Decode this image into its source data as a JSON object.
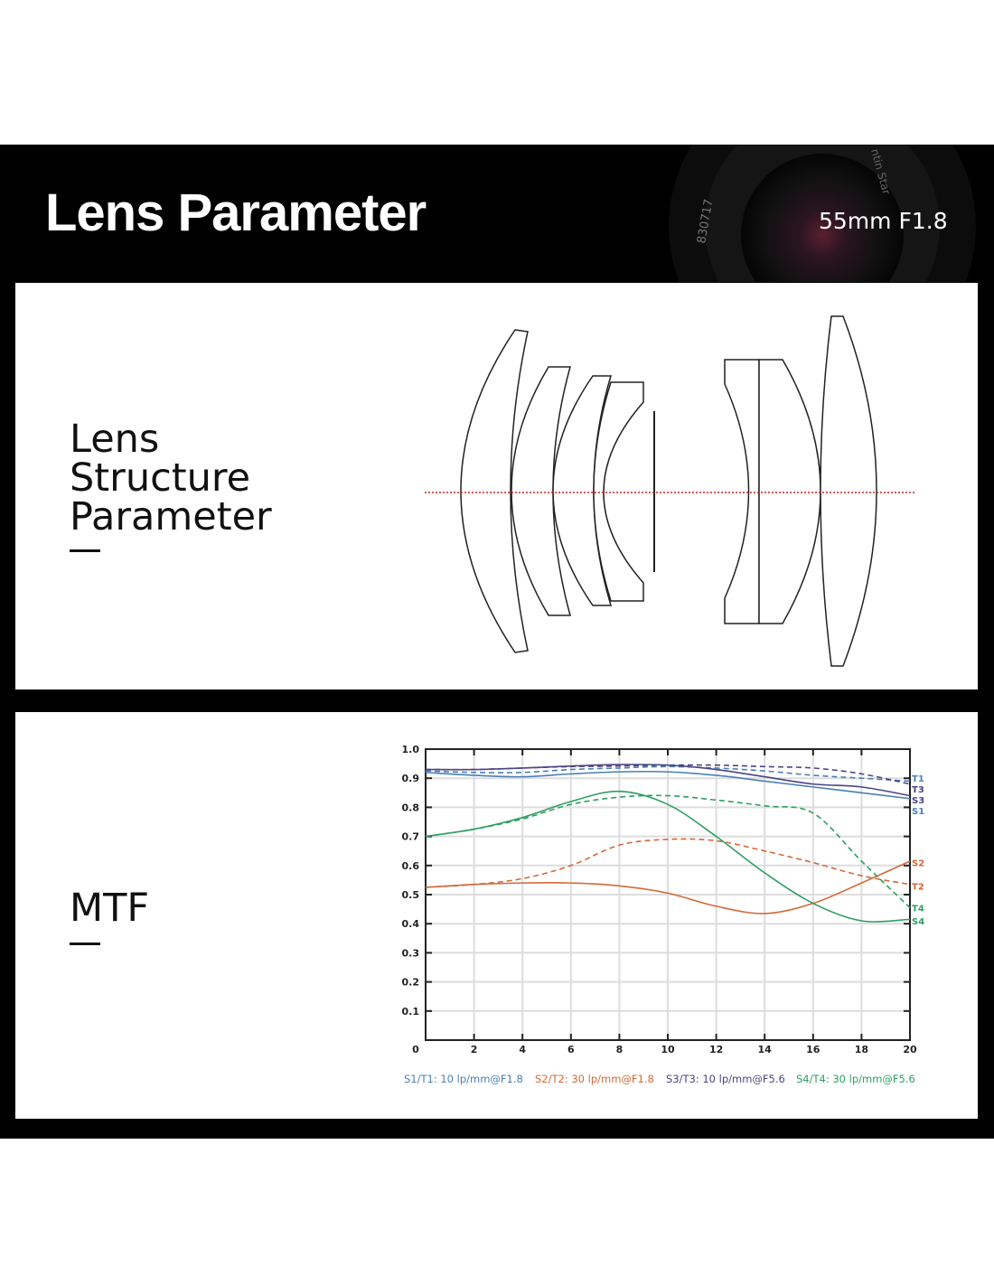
{
  "header": {
    "title": "Lens Parameter",
    "model": "55mm F1.8",
    "photo_text": [
      "830717",
      "ntin Star"
    ]
  },
  "sections": {
    "structure_label": "Lens\nStructure\nParameter",
    "structure_lines": [
      "Lens",
      "Structure",
      "Parameter"
    ],
    "mtf_label": "MTF"
  },
  "colors": {
    "s1t1": "#4a7fb5",
    "s2t2": "#d2693a",
    "s3t3": "#4b4583",
    "s4t4": "#2f9e62",
    "axis_red": "#d62020"
  },
  "chart_data": {
    "type": "line",
    "title": "MTF",
    "xlabel": "",
    "ylabel": "",
    "xlim": [
      0,
      20
    ],
    "ylim": [
      0,
      1.0
    ],
    "xticks": [
      0,
      2,
      4,
      6,
      8,
      10,
      12,
      14,
      16,
      18,
      20
    ],
    "yticks": [
      0.1,
      0.2,
      0.3,
      0.4,
      0.5,
      0.6,
      0.7,
      0.8,
      0.9,
      1.0
    ],
    "ytick_labels": [
      "0.1",
      "0.2",
      "0.3",
      "0.4",
      "0.5",
      "0.6",
      "0.7",
      "0.8",
      "0.9",
      "1.0"
    ],
    "xtick_labels": [
      "0",
      "2",
      "4",
      "6",
      "8",
      "10",
      "12",
      "14",
      "16",
      "18",
      "20"
    ],
    "grid": true,
    "x": [
      0,
      2,
      4,
      6,
      8,
      10,
      12,
      14,
      16,
      18,
      20
    ],
    "series": [
      {
        "name": "S1",
        "group": "s1t1",
        "dashed": false,
        "values": [
          0.92,
          0.91,
          0.905,
          0.915,
          0.922,
          0.922,
          0.91,
          0.89,
          0.87,
          0.85,
          0.83
        ]
      },
      {
        "name": "T1",
        "group": "s1t1",
        "dashed": true,
        "values": [
          0.925,
          0.92,
          0.92,
          0.93,
          0.935,
          0.94,
          0.935,
          0.925,
          0.91,
          0.9,
          0.89
        ]
      },
      {
        "name": "S2",
        "group": "s2t2",
        "dashed": false,
        "values": [
          0.525,
          0.535,
          0.54,
          0.54,
          0.53,
          0.505,
          0.46,
          0.435,
          0.47,
          0.54,
          0.615
        ]
      },
      {
        "name": "T2",
        "group": "s2t2",
        "dashed": true,
        "values": [
          0.525,
          0.535,
          0.555,
          0.6,
          0.67,
          0.69,
          0.685,
          0.65,
          0.61,
          0.565,
          0.535
        ]
      },
      {
        "name": "S3",
        "group": "s3t3",
        "dashed": false,
        "values": [
          0.93,
          0.93,
          0.935,
          0.942,
          0.947,
          0.945,
          0.93,
          0.905,
          0.88,
          0.87,
          0.84
        ]
      },
      {
        "name": "T3",
        "group": "s3t3",
        "dashed": true,
        "values": [
          0.93,
          0.93,
          0.935,
          0.94,
          0.942,
          0.945,
          0.945,
          0.94,
          0.935,
          0.915,
          0.88
        ]
      },
      {
        "name": "S4",
        "group": "s4t4",
        "dashed": false,
        "values": [
          0.7,
          0.725,
          0.765,
          0.82,
          0.855,
          0.81,
          0.7,
          0.575,
          0.47,
          0.41,
          0.415
        ]
      },
      {
        "name": "T4",
        "group": "s4t4",
        "dashed": true,
        "values": [
          0.7,
          0.725,
          0.76,
          0.81,
          0.835,
          0.84,
          0.825,
          0.805,
          0.78,
          0.615,
          0.455
        ]
      }
    ],
    "end_labels": [
      {
        "text": "T1",
        "group": "s1t1",
        "y": 0.9
      },
      {
        "text": "T3",
        "group": "s3t3",
        "y": 0.87
      },
      {
        "text": "S3",
        "group": "s3t3",
        "y": 0.845
      },
      {
        "text": "S1",
        "group": "s1t1",
        "y": 0.82
      },
      {
        "text": "S2",
        "group": "s2t2",
        "y": 0.61
      },
      {
        "text": "T2",
        "group": "s2t2",
        "y": 0.53
      },
      {
        "text": "T4",
        "group": "s4t4",
        "y": 0.455
      },
      {
        "text": "S4",
        "group": "s4t4",
        "y": 0.41
      }
    ],
    "legend": [
      {
        "text": "S1/T1: 10 lp/mm@F1.8",
        "group": "s1t1"
      },
      {
        "text": "S2/T2: 30 lp/mm@F1.8",
        "group": "s2t2"
      },
      {
        "text": "S3/T3: 10 lp/mm@F5.6",
        "group": "s3t3"
      },
      {
        "text": "S4/T4: 30 lp/mm@F5.6",
        "group": "s4t4"
      }
    ],
    "legend_position": "bottom"
  }
}
